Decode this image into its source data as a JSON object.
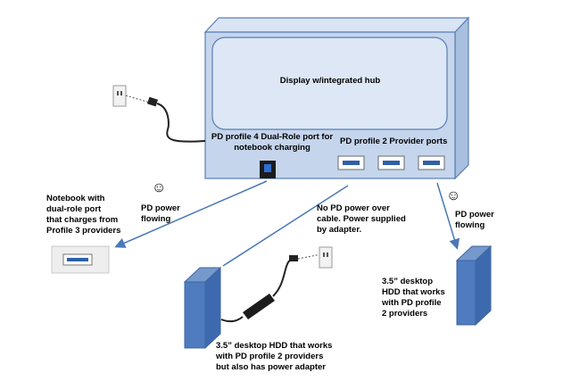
{
  "display": {
    "title": "Display w/integrated hub",
    "dual_role_label": "PD profile 4 Dual-Role port for\nnotebook charging",
    "provider_label": "PD profile 2 Provider ports"
  },
  "notebook": {
    "caption": "Notebook with\ndual-role port\nthat charges from\nProfile 3 providers"
  },
  "flow_left": {
    "smiley": "☺",
    "label": "PD power\nflowing"
  },
  "flow_right": {
    "smiley": "☺",
    "label": "PD power\nflowing"
  },
  "no_power_note": {
    "label": "No PD power over\ncable. Power supplied\nby adapter."
  },
  "hdd_adapter": {
    "caption": "3.5” desktop HDD that works\nwith PD profile 2 providers\nbut also has power adapter"
  },
  "hdd_right": {
    "caption": "3.5” desktop\nHDD that works\nwith PD profile\n2 providers"
  },
  "colors": {
    "hub_fill": "#c5d5ec",
    "hub_edge": "#5a7fb5",
    "hdd_fill": "#4f7bbf",
    "arrow": "#4a78b8",
    "port": "#2f5fa8"
  }
}
